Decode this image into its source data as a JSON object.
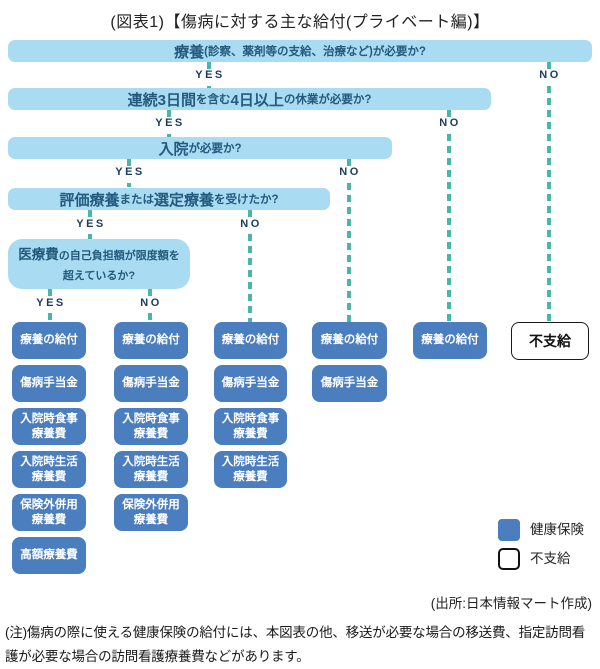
{
  "title": "(図表1)【傷病に対する主な給付(プライベート編)】",
  "questions": {
    "q1": {
      "lg1": "療養",
      "sm1": "(診察、薬剤等の支給、治療など)が必要か?"
    },
    "q2": {
      "lg1": "連続3日間",
      "sm1": "を含む",
      "lg2": "4日以上",
      "sm2": "の休業が必要か?"
    },
    "q3": {
      "lg1": "入院",
      "sm1": "が必要か?"
    },
    "q4": {
      "lg1": "評価療養",
      "sm1": "または",
      "lg2": "選定療養",
      "sm2": "を受けたか?"
    },
    "q5": {
      "lg1": "医療費",
      "sm1": "の自己負担額が限度額を",
      "line2": "超えているか?"
    }
  },
  "branch_labels": {
    "yes": "YES",
    "no": "NO"
  },
  "columns": [
    {
      "boxes": [
        "療養の給付",
        "傷病手当金",
        "入院時食事\n療養費",
        "入院時生活\n療養費",
        "保険外併用\n療養費",
        "高額療養費"
      ]
    },
    {
      "boxes": [
        "療養の給付",
        "傷病手当金",
        "入院時食事\n療養費",
        "入院時生活\n療養費",
        "保険外併用\n療養費"
      ]
    },
    {
      "boxes": [
        "療養の給付",
        "傷病手当金",
        "入院時食事\n療養費",
        "入院時生活\n療養費"
      ]
    },
    {
      "boxes": [
        "療養の給付",
        "傷病手当金"
      ]
    },
    {
      "boxes": [
        "療養の給付"
      ]
    }
  ],
  "rejection_label": "不支給",
  "legend": {
    "insurance": "健康保険",
    "rejection": "不支給"
  },
  "source": "(出所:日本情報マート作成)",
  "note": "(注)傷病の際に使える健康保険の給付には、本図表の他、移送が必要な場合の移送費、指定訪問看護が必要な場合の訪問看護療養費などがあります。",
  "colors": {
    "bar_bg": "#a9dcf2",
    "bar_text": "#245a7d",
    "box_bg": "#4a7ebf",
    "dash": "#49b6aa",
    "label_text": "#1c3c5e"
  }
}
